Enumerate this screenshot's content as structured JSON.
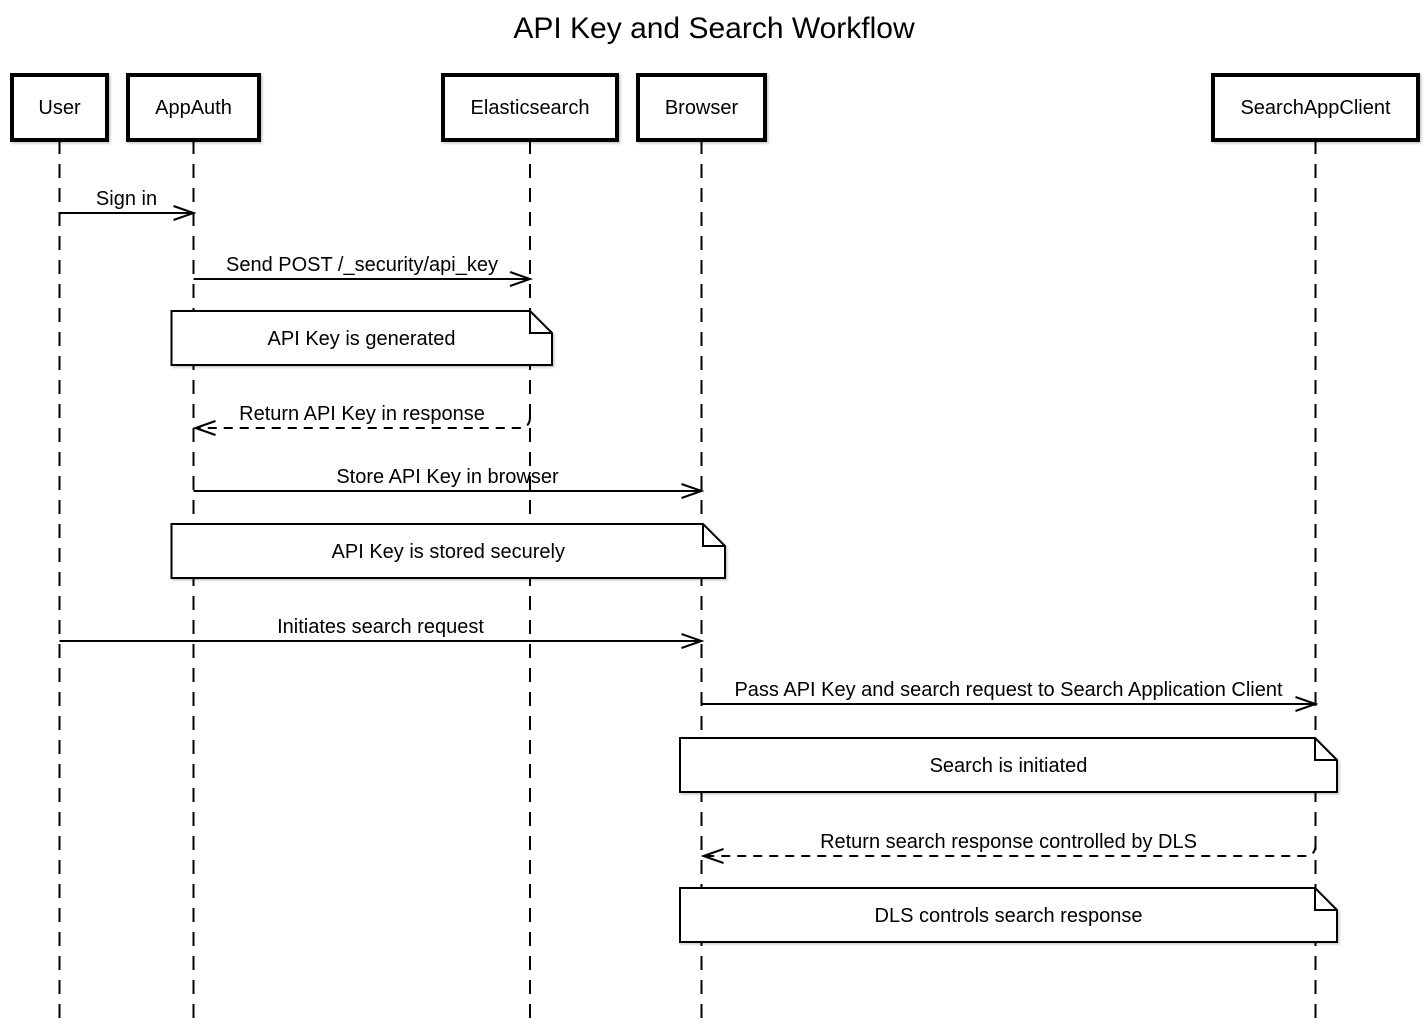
{
  "title": "API Key and Search Workflow",
  "actors": [
    {
      "label": "User"
    },
    {
      "label": "AppAuth"
    },
    {
      "label": "Elasticsearch"
    },
    {
      "label": "Browser"
    },
    {
      "label": "SearchAppClient"
    }
  ],
  "messages": [
    {
      "label": "Sign in",
      "from": "User",
      "to": "AppAuth",
      "line": "solid"
    },
    {
      "label": "Send POST /_security/api_key",
      "from": "AppAuth",
      "to": "Elasticsearch",
      "line": "solid"
    },
    {
      "label": "Return API Key in response",
      "from": "Elasticsearch",
      "to": "AppAuth",
      "line": "dashed"
    },
    {
      "label": "Store API Key in browser",
      "from": "AppAuth",
      "to": "Browser",
      "line": "solid"
    },
    {
      "label": "Initiates search request",
      "from": "User",
      "to": "Browser",
      "line": "solid"
    },
    {
      "label": "Pass API Key and search request to Search Application Client",
      "from": "Browser",
      "to": "SearchAppClient",
      "line": "solid"
    },
    {
      "label": "Return search response controlled by DLS",
      "from": "SearchAppClient",
      "to": "Browser",
      "line": "dashed"
    }
  ],
  "notes": [
    {
      "label": "API Key is generated",
      "over": "AppAuth, Elasticsearch"
    },
    {
      "label": "API Key is stored securely",
      "over": "AppAuth, Browser"
    },
    {
      "label": "Search is initiated",
      "over": "Browser, SearchAppClient"
    },
    {
      "label": "DLS controls search response",
      "over": "Browser, SearchAppClient"
    }
  ],
  "colors": {
    "line": "#000000",
    "background": "#ffffff",
    "shape_fill": "#ffffff"
  }
}
